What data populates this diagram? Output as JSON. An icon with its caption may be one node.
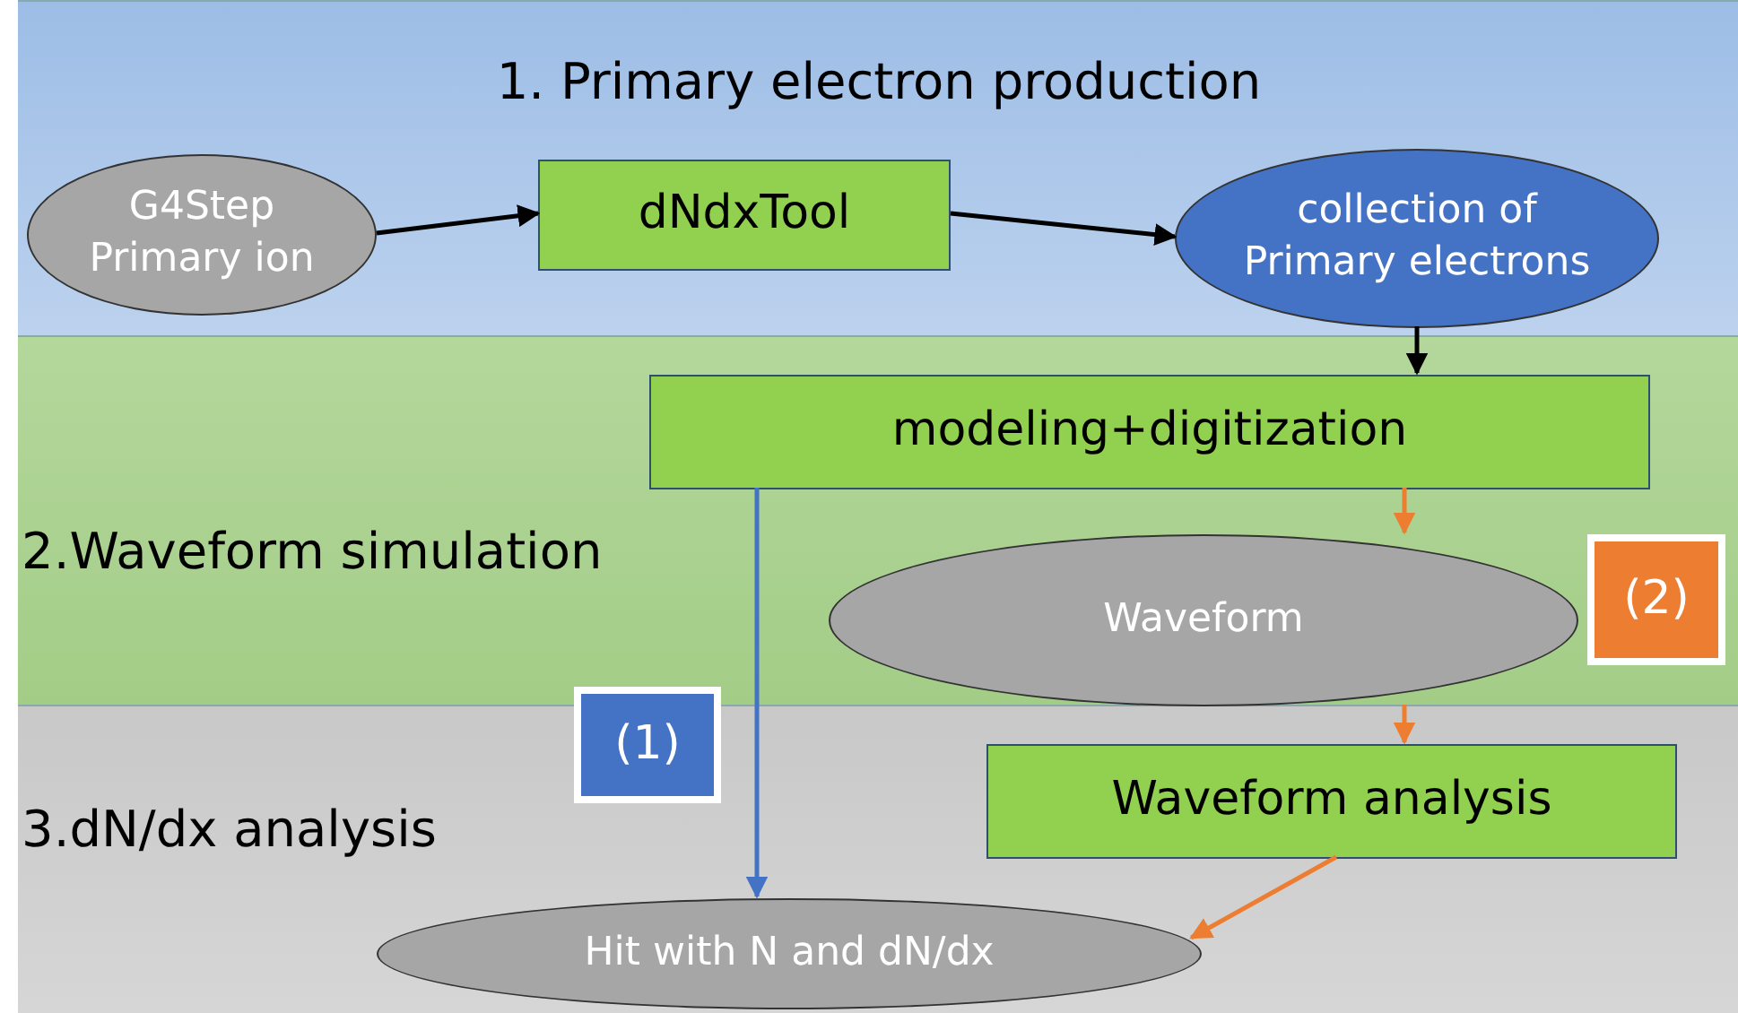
{
  "diagram": {
    "nodes": [
      {
        "text": [
          "1. Primary electron production"
        ]
      },
      {
        "text": [
          "G4Step Primary ion"
        ],
        "in": 0
      },
      {
        "text": [
          "dNdxTool"
        ],
        "in": 0
      },
      {
        "text": [
          "collection of Primary electrons"
        ],
        "in": 0
      },
      {
        "text": [
          "2.Waveform simulation"
        ]
      },
      {
        "text": [
          "modeling+digitization"
        ],
        "in": 4
      },
      {
        "text": [
          "Waveform"
        ],
        "in": 4
      },
      {
        "text": [
          "(2)"
        ],
        "in": 4
      },
      {
        "text": [
          "3.dN/dx analysis"
        ]
      },
      {
        "text": [
          "(1)"
        ],
        "in": 8
      },
      {
        "text": [
          "Waveform analysis"
        ],
        "in": 8
      },
      {
        "text": [
          "Hit with N and dN/dx"
        ],
        "in": 8
      }
    ],
    "edges": [
      {
        "from": 1,
        "to": 2,
        "arrow": "to"
      },
      {
        "from": 2,
        "to": 3,
        "arrow": "to"
      },
      {
        "from": 3,
        "to": 5,
        "arrow": "to"
      },
      {
        "from": 5,
        "to": 6,
        "arrow": "to",
        "color": "#ed7d31"
      },
      {
        "from": 6,
        "to": 10,
        "arrow": "to",
        "color": "#ed7d31"
      },
      {
        "from": 5,
        "to": 11,
        "arrow": "to",
        "color": "#4472c4"
      },
      {
        "from": 10,
        "to": 11,
        "arrow": "to",
        "color": "#ed7d31"
      }
    ]
  }
}
